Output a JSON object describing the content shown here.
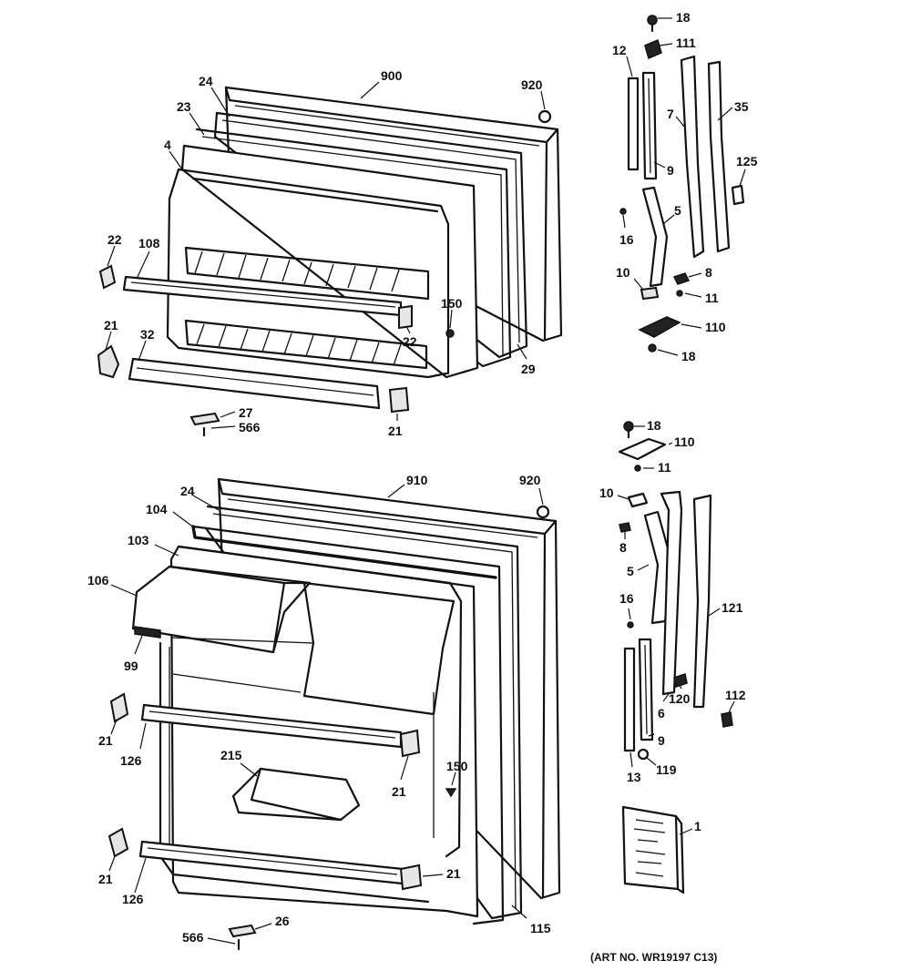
{
  "art_number": "(ART NO. WR19197 C13)",
  "freezer_door_labels": {
    "l900": "900",
    "l920": "920",
    "l24": "24",
    "l23": "23",
    "l4": "4",
    "l22a": "22",
    "l108": "108",
    "l21a": "21",
    "l32": "32",
    "l150": "150",
    "l22b": "22",
    "l29": "29",
    "l27": "27",
    "l566": "566",
    "l21b": "21"
  },
  "freezer_hinge_labels": {
    "l18a": "18",
    "l111": "111",
    "l12": "12",
    "l7": "7",
    "l35": "35",
    "l9": "9",
    "l125": "125",
    "l5": "5",
    "l16": "16",
    "l10": "10",
    "l8": "8",
    "l11": "11",
    "l110": "110",
    "l18b": "18"
  },
  "fresh_door_labels": {
    "l910": "910",
    "l920": "920",
    "l24": "24",
    "l104": "104",
    "l103": "103",
    "l106": "106",
    "l99": "99",
    "l21a": "21",
    "l126a": "126",
    "l215": "215",
    "l21b": "21",
    "l150": "150",
    "l21c": "21",
    "l126b": "126",
    "l21d": "21",
    "l26": "26",
    "l566": "566",
    "l115": "115"
  },
  "fresh_hinge_labels": {
    "l18": "18",
    "l110": "110",
    "l11": "11",
    "l10": "10",
    "l8": "8",
    "l5": "5",
    "l16": "16",
    "l121": "121",
    "l120": "120",
    "l6": "6",
    "l112": "112",
    "l9": "9",
    "l119": "119",
    "l13": "13",
    "l1": "1"
  }
}
